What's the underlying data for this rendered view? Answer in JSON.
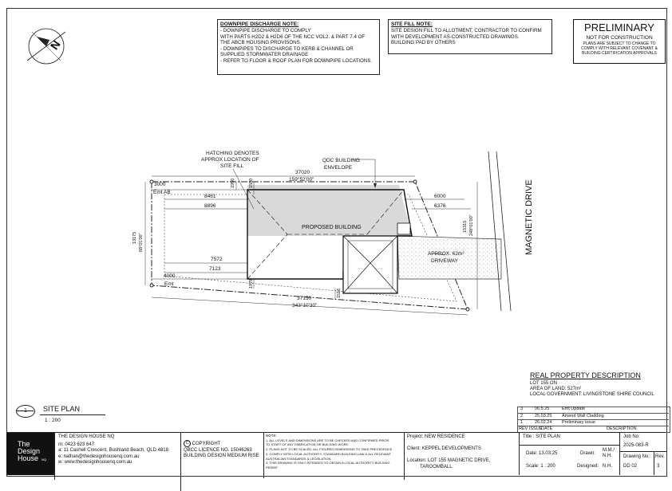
{
  "downpipe_note": {
    "title": "DOWNPIPE DISCHARGE NOTE:",
    "lines": [
      "- DOWNPIPE DISCHARGE TO COMPLY",
      "WITH PARTS H2D2 & H2D6 OF THE NCC VOL2. & PART 7.4 OF",
      "THE ABCB HOUSING PROVISONS.",
      "- DOWNPIPES TO DISCHARGE TO KERB & CHANNEL OR",
      "SUPPLIED STORMWATER DRAINAGE",
      "- REFER TO FLOOR & ROOF PLAN FOR DOWNPIPE LOCATIONS."
    ]
  },
  "site_fill_note": {
    "title": "SITE FILL NOTE:",
    "lines": [
      "SITE DESIGN FILL TO ALLOTMENT, CONTRACTOR TO CONFIRM",
      "WITH DEVELOPMENT AS-CONSTRUCTED DRAWINGS.",
      "BUILDING PAD BY OTHERS"
    ]
  },
  "preliminary": {
    "title": "PRELIMINARY",
    "line1": "NOT FOR CONSTRUCTION",
    "line2": "PLANS ARE SUBJECT TO CHANGE TO",
    "line3": "COMPLY WITH RELEVANT COVENANT &",
    "line4": "BUILDING CERTIFICATION APPROVALS"
  },
  "plan": {
    "street": "MAGNETIC DRIVE",
    "hatch_note": [
      "HATCHING DENOTES",
      "APPROX LOCATION OF",
      "SITE FILL"
    ],
    "qdc_note": [
      "QDC BUILDING",
      "ENVELOPE"
    ],
    "building": "PROPOSED BUILDING",
    "driveway": [
      "APPROX. 62m²",
      "DRIVEWAY"
    ],
    "emt_ab": "Emt AB",
    "emt": "Emt",
    "dims": {
      "top_len": "37020",
      "top_brg": "159°52'00\"",
      "bottom_len": "37150",
      "bottom_brg": "343°10'30\"",
      "left_len": "13175",
      "left_brg": "68°01'00\"",
      "right_len": "15315",
      "right_brg": "248°01'00\"",
      "d3000": "3000",
      "d1950": "1950",
      "d1500": "1500",
      "d8461": "8461",
      "d8896": "8896",
      "d6000": "6000",
      "d6376": "6376",
      "d7572": "7572",
      "d7123": "7123",
      "d4000": "4000",
      "d1978": "1978",
      "d1516": "1516"
    }
  },
  "real_property": {
    "title": "REAL PROPERTY DESCRIPTION",
    "lot": "LOT 155 ON",
    "area": "AREA OF LAND: 527m²",
    "council": "LOCAL GOVERNMENT: LIVINGSTONE  SHIRE COUNCIL"
  },
  "revisions": {
    "headers": [
      "REV ISSUE",
      "DATE",
      "DESCRIPTION"
    ],
    "rows": [
      {
        "rev": "3",
        "date": "06.5.25",
        "desc": "Emt Update"
      },
      {
        "rev": "2",
        "date": "25.03.25",
        "desc": "Amend Wall Cladding"
      },
      {
        "rev": "1",
        "date": "26.02.24",
        "desc": "Preliminary issue"
      }
    ]
  },
  "site_plan_label": {
    "number": "1",
    "title": "SITE PLAN",
    "scale": "1 : 200"
  },
  "title_block": {
    "logo": [
      "The",
      "Design",
      "House"
    ],
    "logo_mark": "NQ",
    "company": "THE DESIGN HOUSE NQ",
    "mobile": "m: 0423 623 647",
    "address": "a: 11 Cashell Crescent, Bushland Beach, QLD 4818",
    "email": "e: nathan@thedesignhousenq.com.au",
    "web": "w: www.thedesignhousenq.com.au",
    "copyright": "COPYRIGHT",
    "licence": "QBCC LICENCE NO. 15046263",
    "licence_class": "BUILDING DESIGN MEDIUM RISE",
    "notes_title": "NOTE:",
    "notes": [
      "1. ALL LEVELS AND DIMENSIONS ARE TO BE CHECKED AND CONFIRMED PRIOR",
      "TO START OF ANY FABRICATION OR BUILDING WORK.",
      "2. PLANS NOT TO BE SCALED, ALL FIGURED DIMENSIONS TO TAKE PRECEDENCE",
      "3. COMPLY WITH LOCAL AUTHORITY, STANDARD BUILDING LAW & ALL RELEVANT",
      "AUSTRALIAN STANDARDS & LEGISLATION.",
      "4. THIS DRAWING IS ONLY INTENDED TO OBTAIN A LOCAL AUTHORITY BUILDING",
      "PERMIT"
    ],
    "project_label": "Project:",
    "project": "NEW RESIDENCE",
    "client_label": "Client:",
    "client": "KEPPEL DEVELOPMENTS",
    "location_label": "Location:",
    "location1": "LOT 155 MAGNETIC DRIVE,",
    "location2": "TAROOMBALL",
    "title_label": "Title :",
    "title": "SITE PLAN",
    "date_label": "Date:",
    "date": "13.03.25",
    "drawn_label": "Drawn:",
    "drawn": "M.M./ N.H.",
    "scale_label": "Scale:",
    "scale": "1 : 200",
    "designed_label": "Designed:",
    "designed": "N.H.",
    "job_label": "Job No:",
    "job": "2025-083-R",
    "drawing_label": "Drawing No:",
    "drawing": "DD  02",
    "rev_label": "Rev.",
    "rev": "3"
  }
}
